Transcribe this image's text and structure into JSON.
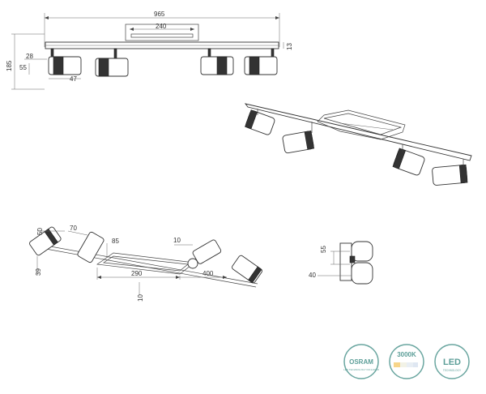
{
  "front_view": {
    "width_label": "965",
    "center_label": "240",
    "depth_label": "13",
    "height_label": "185",
    "arm_label": "28",
    "spot_len_label": "55",
    "spot_dia_label": "47"
  },
  "top_view": {
    "spot_dia_label": "50",
    "spot_len_label": "70",
    "arm_label": "85",
    "offset_label": "10",
    "small_dia_label": "39",
    "span_label": "290",
    "width_label": "400",
    "bar_label": "10"
  },
  "side_view": {
    "height_label": "55",
    "depth_label": "40"
  },
  "badges": {
    "osram_title": "OSRAM",
    "osram_sub": "LED TECHNOLOGY INCLUDED",
    "kelvin_title": "3000K",
    "led_title": "LED",
    "led_sub": "TECHNOLOGY"
  },
  "colors": {
    "badge_ring": "#6aa6a0",
    "badge_text": "#5c9e98",
    "line": "#444444"
  }
}
